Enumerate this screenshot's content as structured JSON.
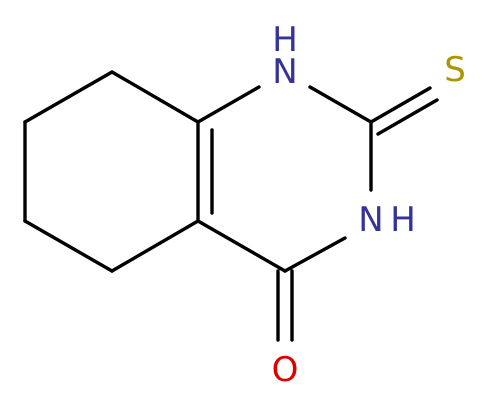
{
  "colors": {
    "bond": "#000000",
    "nitrogen": "#33339a",
    "sulfur": "#a99500",
    "oxygen": "#dd0000",
    "background": "#ffffff"
  },
  "atoms": {
    "n1_label": "N",
    "n1_h_label": "H",
    "n3_label": "N",
    "n3_h_label": "H",
    "s_label": "S",
    "o_label": "O"
  }
}
